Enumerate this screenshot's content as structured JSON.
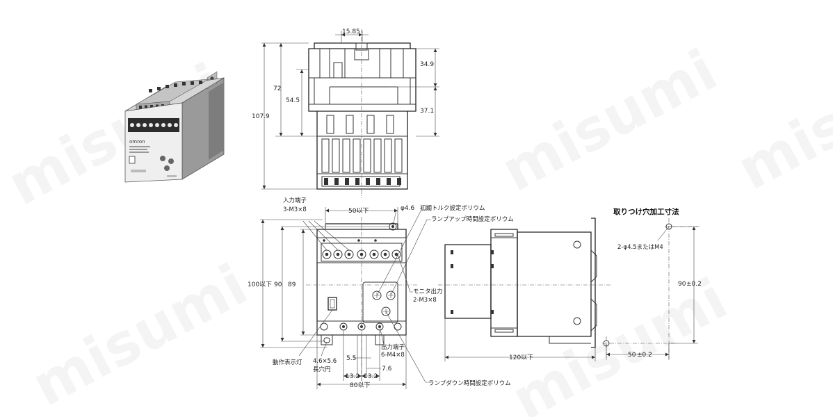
{
  "watermark": "misumi",
  "top_view": {
    "dim_width": "15.85",
    "dim_height_total": "107.9",
    "dim_72": "72",
    "dim_54_5": "54.5",
    "dim_34_9": "34.9",
    "dim_37_1": "37.1"
  },
  "front_view": {
    "input_terminal_label": "入力端子",
    "input_terminal_spec": "3-M3×8",
    "dim_50_max": "50以下",
    "dim_phi": "φ4.6",
    "initial_torque_label": "初期トルク設定ボリウム",
    "ramp_up_label": "ランプアップ時間設定ボリウム",
    "dim_100_max": "100以下",
    "dim_90": "90",
    "dim_89": "89",
    "monitor_output_label": "モニタ出力",
    "monitor_output_spec": "2-M3×8",
    "operation_lamp_label": "動作表示灯",
    "slot_label_1": "4.6×5.6",
    "slot_label_2": "長穴円",
    "dim_5_5": "5.5",
    "output_terminal_label": "出力端子",
    "output_terminal_spec": "6-M4×8",
    "dim_7_6": "7.6",
    "dim_13_2_a": "13.2",
    "dim_13_2_b": "13.2",
    "dim_80_max": "80以下",
    "ramp_down_label": "ランプダウン時間設定ボリウム"
  },
  "side_view": {
    "dim_120_max": "120以下"
  },
  "mounting": {
    "title": "取りつけ穴加工寸法",
    "hole_spec": "2-φ4.5またはM4",
    "dim_90": "90",
    "dim_90_tol": "±0.2",
    "dim_50": "50",
    "dim_50_tol": "±0.2"
  },
  "product_photo": {
    "brand_text": "omron"
  }
}
